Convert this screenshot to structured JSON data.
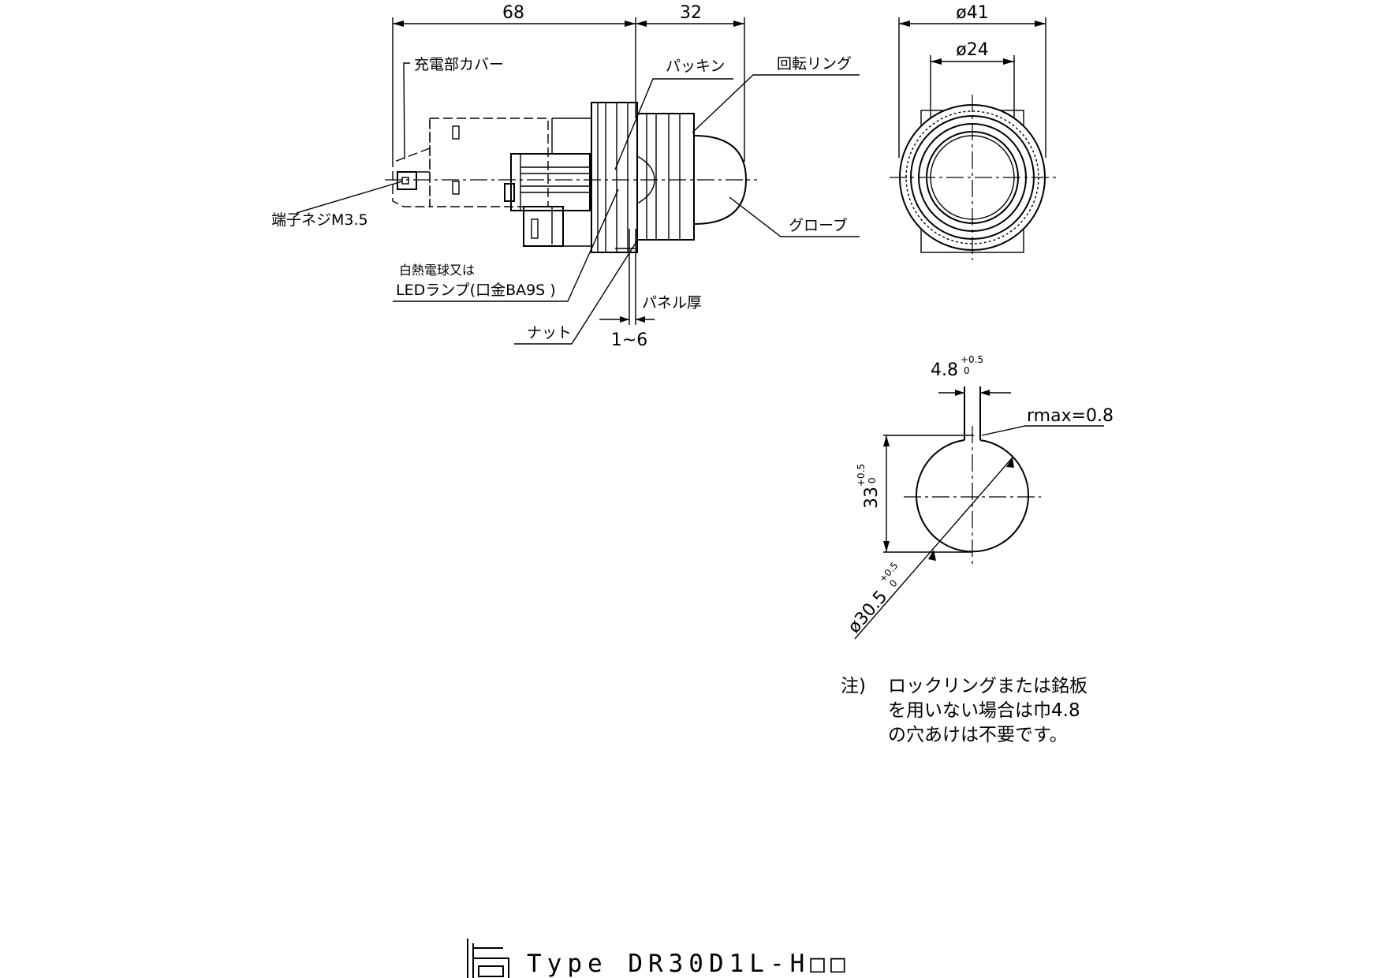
{
  "dimensions": {
    "body_length": "68",
    "front_length": "32",
    "outer_diameter": "ø41",
    "glove_diameter": "ø24",
    "panel_range": "1~6",
    "key_width": "4.8",
    "key_tol_plus": "+0.5",
    "key_tol_zero": "0",
    "hole_height": "33",
    "hole_height_tol_plus": "+0.5",
    "hole_height_tol_zero": "0",
    "hole_diameter": "ø30.5",
    "hole_diameter_tol_plus": "+0.5",
    "hole_diameter_tol_zero": "0",
    "rmax": "rmax=0.8"
  },
  "labels": {
    "cover": "充電部カバー",
    "packing": "パッキン",
    "ring": "回転リング",
    "screw": "端子ネジM3.5",
    "glove": "グローブ",
    "lamp_line1": "白熱電球又は",
    "lamp_line2": "LEDランプ(口金BA9S )",
    "panel": "パネル厚",
    "nut": "ナット"
  },
  "note": {
    "prefix": "注)",
    "line1": "ロックリングまたは銘板",
    "line2": "を用いない場合は巾4.8",
    "line3": "の穴あけは不要です。"
  },
  "title": {
    "logo": "company-logo",
    "text": "Type  DR30D1L-H□□"
  }
}
